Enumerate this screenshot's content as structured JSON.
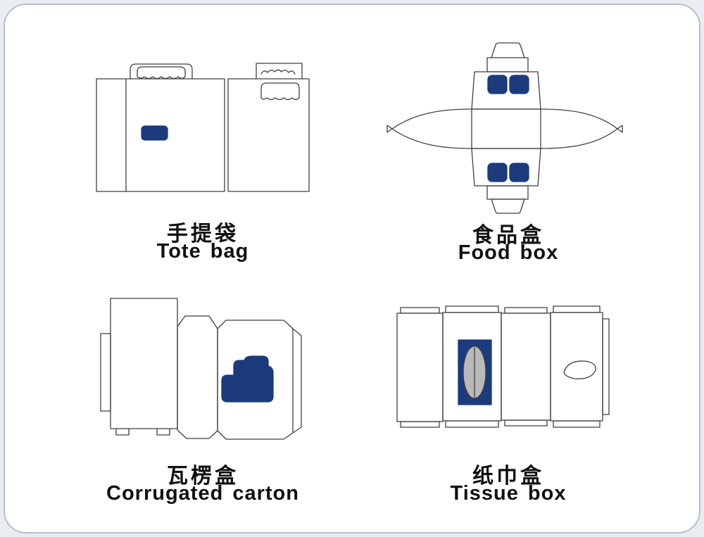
{
  "colors": {
    "page_background": "#e9edf1",
    "card_background": "#ffffff",
    "card_border": "#b6c0c9",
    "accent_blue": "#1c3b7d",
    "line": "#3f3f3f",
    "oval_gray": "#b9b9b9",
    "text": "#101010"
  },
  "figures": [
    {
      "id": "tote-bag",
      "label_zh": "手提袋",
      "label_en": "Tote bag"
    },
    {
      "id": "food-box",
      "label_zh": "食品盒",
      "label_en": "Food box"
    },
    {
      "id": "corrugated-carton",
      "label_zh": "瓦楞盒",
      "label_en": "Corrugated carton"
    },
    {
      "id": "tissue-box",
      "label_zh": "纸巾盒",
      "label_en": "Tissue box"
    }
  ]
}
